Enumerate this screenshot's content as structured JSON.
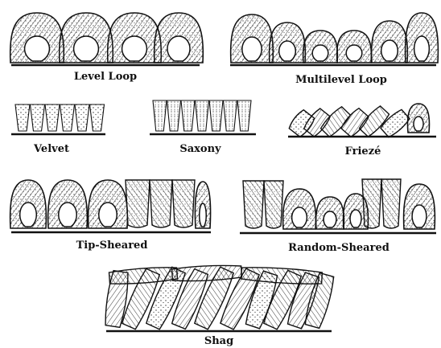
{
  "labels": {
    "level_loop": "Level Loop",
    "multilevel_loop": "Multilevel Loop",
    "velvet": "Velvet",
    "saxony": "Saxony",
    "frieze": "Friezé",
    "tip_sheared": "Tip-Sheared",
    "random_sheared": "Random-Sheared",
    "shag": "Shag"
  },
  "colors": {
    "ink": "#111111",
    "background": "#ffffff"
  }
}
